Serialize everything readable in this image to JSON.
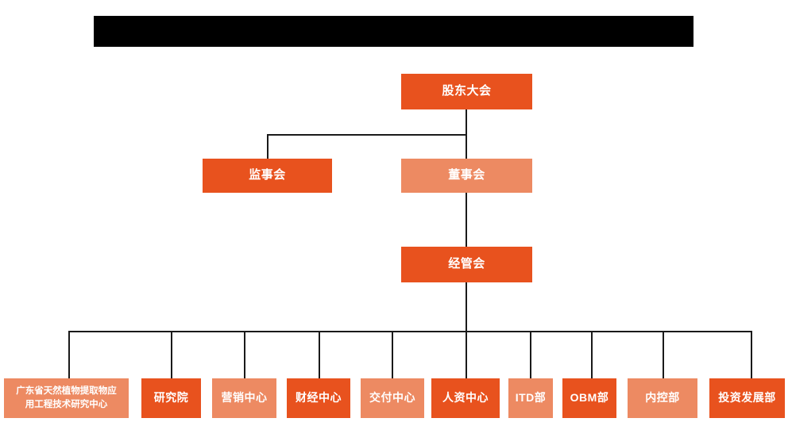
{
  "chart_data": {
    "type": "diagram",
    "diagram_type": "organizational-chart",
    "title": "",
    "orientation": "top-down",
    "colors": {
      "primary_dark_orange": "#E8521E",
      "secondary_light_orange": "#ED8A62",
      "connector_line": "#1a1a1a",
      "text": "#FFFFFF",
      "background": "#FFFFFF",
      "redaction": "#000000"
    },
    "levels": 4,
    "nodes": [
      {
        "id": "n1",
        "label": "股东大会",
        "level": 1,
        "color": "dark"
      },
      {
        "id": "n2",
        "label": "监事会",
        "level": 2,
        "color": "dark"
      },
      {
        "id": "n3",
        "label": "董事会",
        "level": 2,
        "color": "light"
      },
      {
        "id": "n4",
        "label": "经管会",
        "level": 3,
        "color": "dark"
      },
      {
        "id": "n5",
        "label": "广东省天然植物提取物应\n用工程技术研究中心",
        "level": 4,
        "color": "light"
      },
      {
        "id": "n6",
        "label": "研究院",
        "level": 4,
        "color": "dark"
      },
      {
        "id": "n7",
        "label": "营销中心",
        "level": 4,
        "color": "light"
      },
      {
        "id": "n8",
        "label": "财经中心",
        "level": 4,
        "color": "dark"
      },
      {
        "id": "n9",
        "label": "交付中心",
        "level": 4,
        "color": "light"
      },
      {
        "id": "n10",
        "label": "人资中心",
        "level": 4,
        "color": "dark"
      },
      {
        "id": "n11",
        "label": "ITD部",
        "level": 4,
        "color": "light"
      },
      {
        "id": "n12",
        "label": "OBM部",
        "level": 4,
        "color": "dark"
      },
      {
        "id": "n13",
        "label": "内控部",
        "level": 4,
        "color": "light"
      },
      {
        "id": "n14",
        "label": "投资发展部",
        "level": 4,
        "color": "dark"
      }
    ],
    "edges": [
      {
        "from": "n1",
        "to": "n2"
      },
      {
        "from": "n1",
        "to": "n3"
      },
      {
        "from": "n3",
        "to": "n4"
      },
      {
        "from": "n4",
        "to": "n5"
      },
      {
        "from": "n4",
        "to": "n6"
      },
      {
        "from": "n4",
        "to": "n7"
      },
      {
        "from": "n4",
        "to": "n8"
      },
      {
        "from": "n4",
        "to": "n9"
      },
      {
        "from": "n4",
        "to": "n10"
      },
      {
        "from": "n4",
        "to": "n11"
      },
      {
        "from": "n4",
        "to": "n12"
      },
      {
        "from": "n4",
        "to": "n13"
      },
      {
        "from": "n4",
        "to": "n14"
      }
    ]
  },
  "header": {
    "redaction_label": ""
  },
  "nodes": {
    "shareholders_meeting": "股东大会",
    "board_of_supervisors": "监事会",
    "board_of_directors": "董事会",
    "management_committee": "经管会",
    "research_center": "广东省天然植物提取物应\n用工程技术研究中心",
    "research_institute": "研究院",
    "marketing_center": "营销中心",
    "finance_center": "财经中心",
    "delivery_center": "交付中心",
    "hr_center": "人资中心",
    "itd_department": "ITD部",
    "obm_department": "OBM部",
    "internal_control_department": "内控部",
    "investment_development_department": "投资发展部"
  }
}
